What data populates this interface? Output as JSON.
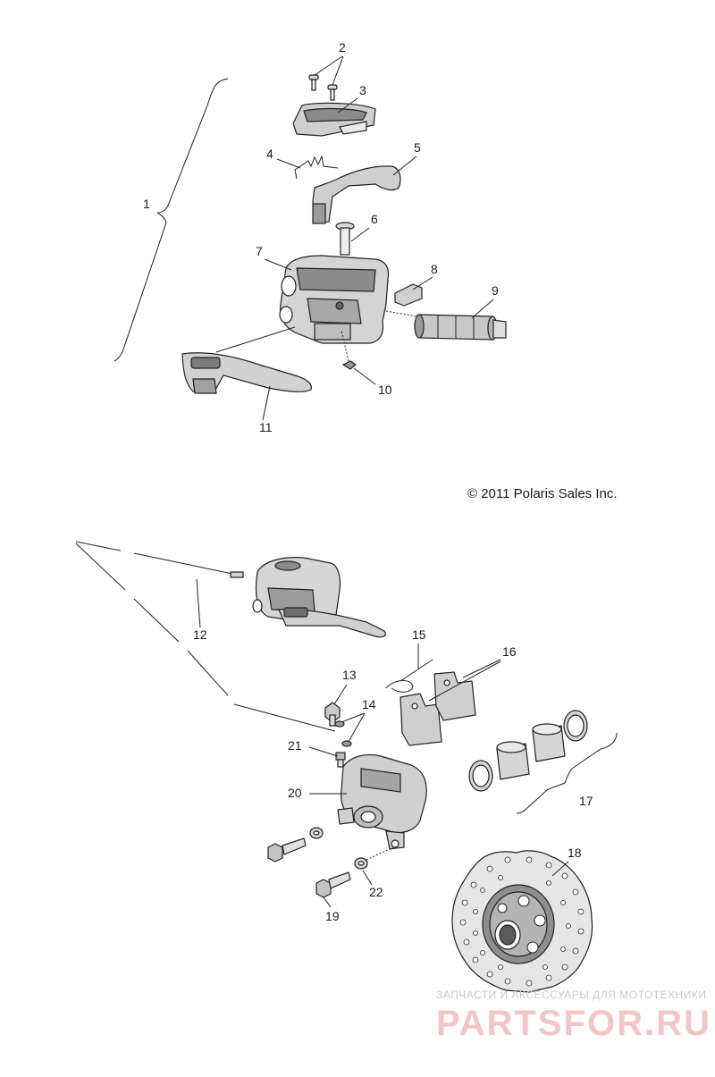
{
  "copyright": "© 2011 Polaris Sales Inc.",
  "watermark": {
    "tagline": "ЗАПЧАСТИ И АКСЕССУАРЫ ДЛЯ МОТОТЕХНИКИ",
    "brand": "PARTSFOR.RU",
    "color": "#f2c6c6"
  },
  "callouts": [
    "1",
    "2",
    "3",
    "4",
    "5",
    "6",
    "7",
    "8",
    "9",
    "10",
    "11",
    "12",
    "13",
    "14",
    "15",
    "16",
    "17",
    "18",
    "19",
    "20",
    "21",
    "22"
  ],
  "colors": {
    "line": "#222222",
    "part_fill": "#d9d9d9",
    "part_dark": "#8a8a8a"
  }
}
